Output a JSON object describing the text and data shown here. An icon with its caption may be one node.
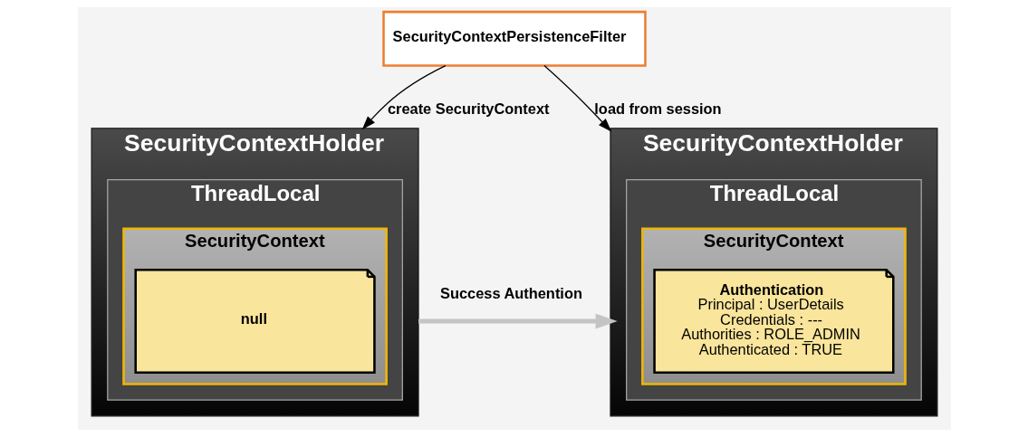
{
  "diagram": {
    "nodes": [
      {
        "text": [
          "SecurityContextPersistenceFilter"
        ]
      },
      {
        "text": [
          "SecurityContextHolder"
        ]
      },
      {
        "text": [
          "ThreadLocal"
        ],
        "in": 1
      },
      {
        "text": [
          "SecurityContext"
        ],
        "in": 2
      },
      {
        "text": [
          "null"
        ],
        "in": 3
      },
      {
        "text": [
          "SecurityContextHolder"
        ]
      },
      {
        "text": [
          "ThreadLocal"
        ],
        "in": 5
      },
      {
        "text": [
          "SecurityContext"
        ],
        "in": 6
      },
      {
        "text": [
          "Authentication",
          "Principal : UserDetails",
          "Credentials : ---",
          "Authorities : ROLE_ADMIN",
          "Authenticated : TRUE"
        ],
        "in": 7
      }
    ],
    "edges": [
      {
        "from": 0,
        "to": 1,
        "arrow": "to",
        "label": "create SecurityContext"
      },
      {
        "from": 0,
        "to": 5,
        "arrow": "to",
        "label": "load from session"
      },
      {
        "from": 1,
        "to": 5,
        "arrow": "to",
        "label": "Success Authention",
        "style": "thick",
        "color": "#c4c4c4"
      }
    ]
  }
}
